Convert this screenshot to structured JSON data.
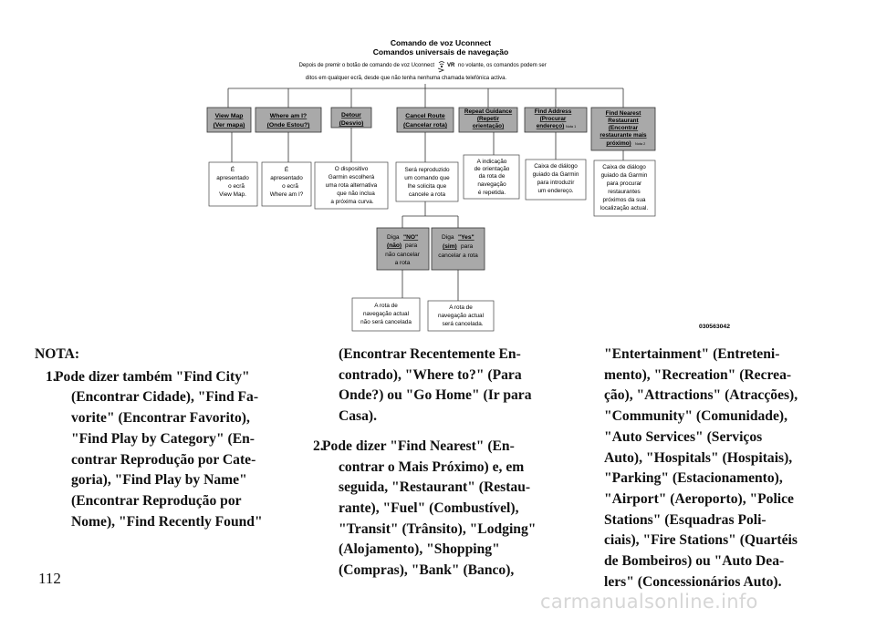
{
  "diagram": {
    "title_line1": "Comando de voz Uconnect",
    "title_line2": "Comandos universais de navegação",
    "intro_before": "Depois de premir o botão de comando de voz Uconnect",
    "intro_vr": "VR",
    "intro_after": "no volante, os comandos podem ser",
    "intro_line2": "ditos em qualquer ecrã, desde que não tenha nenhuma chamada telefónica activa.",
    "commands": {
      "view_map": [
        "View Map",
        "(Ver mapa)"
      ],
      "where_am_i": [
        "Where am I?",
        "(Onde Estou?)"
      ],
      "detour": [
        "Detour",
        "(Desvio)"
      ],
      "cancel_route": [
        "Cancel Route",
        "(Cancelar rota)"
      ],
      "repeat_guidance": [
        "Repeat Guidance",
        "(Repetir",
        "orientação)"
      ],
      "find_address": [
        "Find Address",
        "(Procurar",
        "endereço)"
      ],
      "find_address_note": "Nota 1",
      "find_nearest": [
        "Find Nearest",
        "Restaurant",
        "(Encontrar",
        "restaurante mais",
        "próximo)"
      ],
      "find_nearest_note": "Nota 2"
    },
    "results": {
      "view_map": [
        "É",
        "apresentado",
        "o ecrã",
        "View Map."
      ],
      "where_am_i": [
        "É",
        "apresentado",
        "o ecrã",
        "Where am I?"
      ],
      "detour": [
        "O dispositivo",
        "Garmin escolherá",
        "uma rota alternativa",
        "que não inclua",
        "a próxima curva."
      ],
      "cancel_route": [
        "Será reproduzido",
        "um comando que",
        "lhe solicita que",
        "cancele a rota"
      ],
      "repeat_guidance": [
        "A indicação",
        "de orientação",
        "da rota de",
        "navegação",
        "é repetida."
      ],
      "find_address": [
        "Caixa de diálogo",
        "guiado da Garmin",
        "para introduzir",
        "um endereço."
      ],
      "find_nearest": [
        "Caixa de diálogo",
        "guiado da Garmin",
        "para procurar",
        "restaurantes",
        "próximos da sua",
        "localização actual."
      ]
    },
    "say_no": {
      "say": "Diga",
      "word": "\"NO\"",
      "paren": "(não)",
      "rest1": "para",
      "rest2": "não cancelar",
      "rest3": "a rota"
    },
    "say_yes": {
      "say": "Diga",
      "word": "\"Yes\"",
      "paren": "(sim)",
      "rest1": "para",
      "rest2": "cancelar a rota"
    },
    "outcome_no": [
      "A rota de",
      "navegação actual",
      "não será cancelada"
    ],
    "outcome_yes": [
      "A rota de",
      "navegação actual",
      "será cancelada."
    ],
    "figure_code": "030563042"
  },
  "notes": {
    "heading": "NOTA:",
    "item1_num": "1.",
    "item1_lines": [
      "Pode dizer também \"Find City\"",
      "(Encontrar Cidade), \"Find Fa-",
      "vorite\" (Encontrar Favorito),",
      "\"Find Play by Category\" (En-",
      "contrar Reprodução por Cate-",
      "goria), \"Find Play by Name\"",
      "(Encontrar Reprodução por",
      "Nome), \"Find Recently Found\""
    ],
    "col2_cont_lines": [
      "(Encontrar Recentemente En-",
      "contrado), \"Where to?\" (Para",
      "Onde?) ou \"Go Home\" (Ir para",
      "Casa)."
    ],
    "item2_num": "2.",
    "item2_lines": [
      "Pode dizer \"Find Nearest\" (En-",
      "contrar o Mais Próximo) e, em",
      "seguida, \"Restaurant\" (Restau-",
      "rante), \"Fuel\" (Combustível),",
      "\"Transit\" (Trânsito), \"Lodging\"",
      "(Alojamento), \"Shopping\"",
      "(Compras), \"Bank\" (Banco),"
    ],
    "col3_lines": [
      "\"Entertainment\" (Entreteni-",
      "mento), \"Recreation\" (Recrea-",
      "ção), \"Attractions\" (Atracções),",
      "\"Community\" (Comunidade),",
      "\"Auto Services\" (Serviços",
      "Auto), \"Hospitals\" (Hospitais),",
      "\"Parking\" (Estacionamento),",
      "\"Airport\" (Aeroporto), \"Police",
      "Stations\" (Esquadras Poli-",
      "ciais), \"Fire Stations\" (Quartéis",
      "de Bombeiros) ou \"Auto Dea-",
      "lers\" (Concessionários Auto)."
    ]
  },
  "page_number": "112",
  "watermark": "carmanualsonline.info",
  "colors": {
    "command_box": "#a9a9a9",
    "box_border": "#333333",
    "result_box": "#ffffff",
    "text": "#111111",
    "watermark": "#d6d6d6"
  }
}
